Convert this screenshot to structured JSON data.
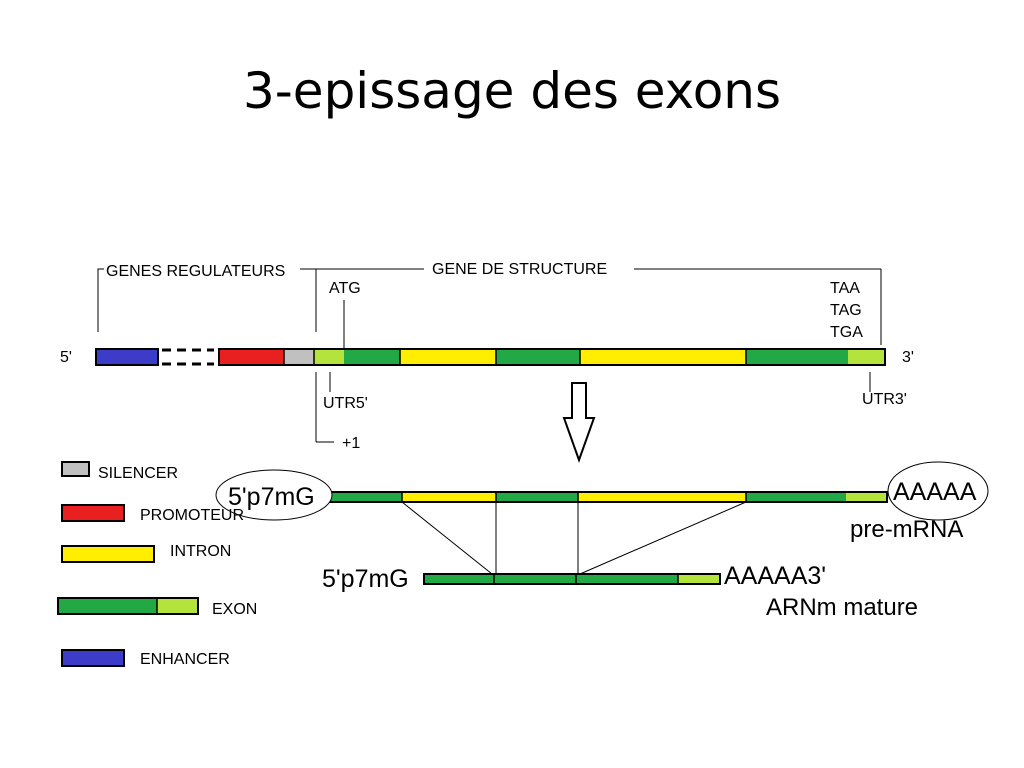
{
  "slide": {
    "title": "3-epissage des exons"
  },
  "colors": {
    "enhancer": "#3c3cc8",
    "promoter": "#e82020",
    "silencer": "#c0c0c0",
    "utr": "#b4e33c",
    "exon": "#22a844",
    "intron": "#ffee00"
  },
  "gene": {
    "five_prime": "5'",
    "three_prime": "3'",
    "regulatory_label": "GENES REGULATEURS",
    "structure_label": "GENE DE STRUCTURE",
    "start_codon": "ATG",
    "stop_codons": [
      "TAA",
      "TAG",
      "TGA"
    ],
    "utr5_label": "UTR5'",
    "utr3_label": "UTR3'",
    "tss_label": "+1"
  },
  "pre_mrna": {
    "cap": "5'p7mG",
    "tail": "AAAAA",
    "label": "pre-mRNA"
  },
  "mature_mrna": {
    "cap": "5'p7mG",
    "tail": "AAAAA3'",
    "label": "ARNm mature"
  },
  "legend": {
    "silencer": "SILENCER",
    "promoter": "PROMOTEUR",
    "intron": "INTRON",
    "exon": "EXON",
    "enhancer": "ENHANCER"
  }
}
